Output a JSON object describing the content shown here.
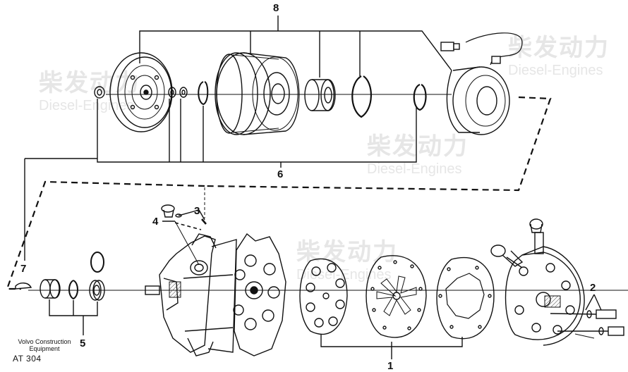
{
  "callouts": {
    "c1": "1",
    "c2": "2",
    "c3": "3",
    "c4": "4",
    "c5": "5",
    "c6": "6",
    "c7": "7",
    "c8": "8"
  },
  "credit": {
    "line1": "Volvo Construction",
    "line2": "Equipment",
    "code": "AT 304"
  },
  "watermark": {
    "cn": "柴发动力",
    "en": "Diesel-Engines"
  },
  "colors": {
    "ink": "#111111",
    "watermark": "#e6e6e6"
  }
}
